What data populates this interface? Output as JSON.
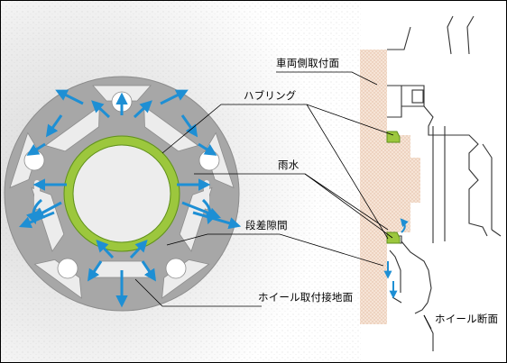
{
  "labels": {
    "vehicle_mount_face": "車両側取付面",
    "hub_ring": "ハブリング",
    "rainwater": "雨水",
    "step_gap": "段差隙間",
    "wheel_mount_contact_face": "ホイール取付接地面",
    "wheel_cross_section": "ホイール断面"
  },
  "colors": {
    "spacer_plate": "#a7a7a7",
    "hub_ring": "#9cc73d",
    "hub_ring_dark": "#5f8f1e",
    "arrow": "#1e8fd4",
    "hub_face": "#f4dccb",
    "wheel_outline": "#333333",
    "frame": "#000000"
  },
  "icons": {
    "water_flow": "arrow-icon"
  }
}
